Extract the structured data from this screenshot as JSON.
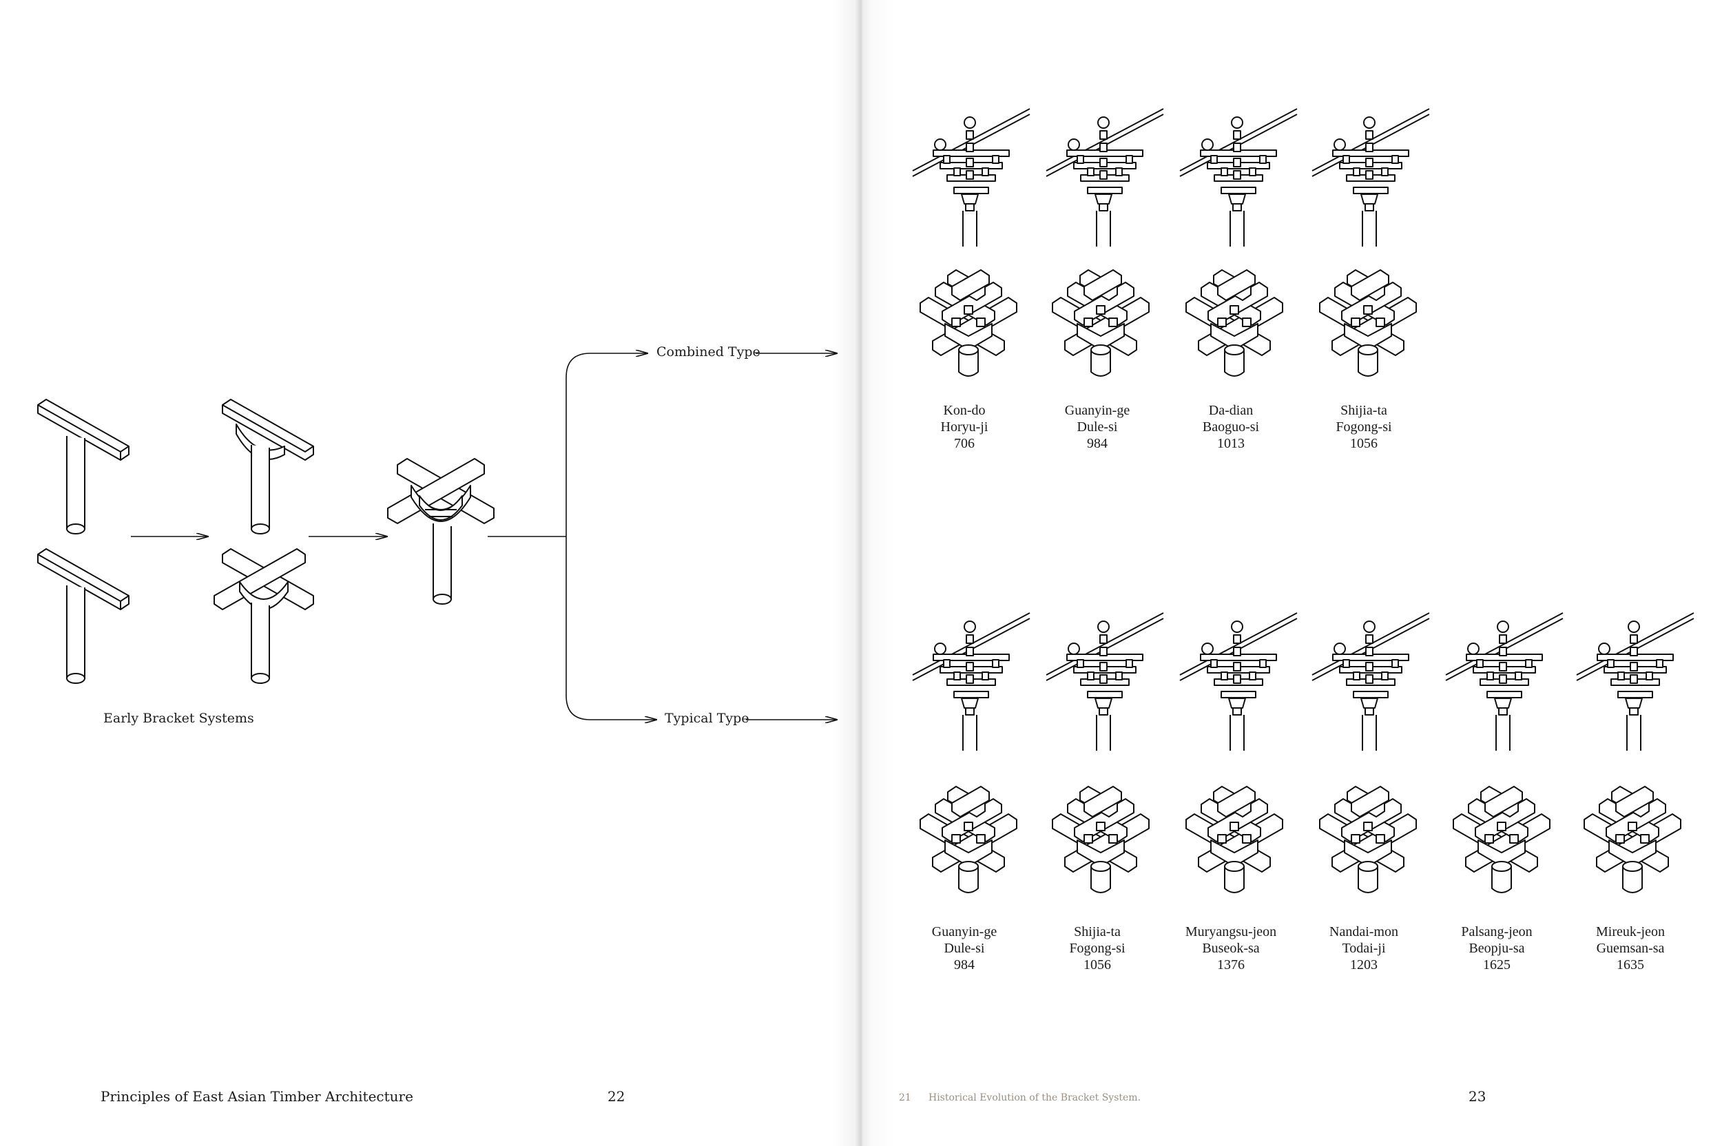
{
  "left_page": {
    "labels": {
      "combined": "Combined Type",
      "typical": "Typical Type",
      "early": "Early Bracket Systems"
    },
    "footer": {
      "title": "Principles of East Asian Timber Architecture",
      "page_number": "22"
    }
  },
  "right_page": {
    "row1": [
      {
        "name": "Kon-do",
        "site": "Horyu-ji",
        "year": "706"
      },
      {
        "name": "Guanyin-ge",
        "site": "Dule-si",
        "year": "984"
      },
      {
        "name": "Da-dian",
        "site": "Baoguo-si",
        "year": "1013"
      },
      {
        "name": "Shijia-ta",
        "site": "Fogong-si",
        "year": "1056"
      }
    ],
    "row2": [
      {
        "name": "Guanyin-ge",
        "site": "Dule-si",
        "year": "984"
      },
      {
        "name": "Shijia-ta",
        "site": "Fogong-si",
        "year": "1056"
      },
      {
        "name": "Muryangsu-jeon",
        "site": "Buseok-sa",
        "year": "1376"
      },
      {
        "name": "Nandai-mon",
        "site": "Todai-ji",
        "year": "1203"
      },
      {
        "name": "Palsang-jeon",
        "site": "Beopju-sa",
        "year": "1625"
      },
      {
        "name": "Mireuk-jeon",
        "site": "Guemsan-sa",
        "year": "1635"
      }
    ],
    "footer": {
      "figure_number": "21",
      "figure_caption": "Historical Evolution of the Bracket System.",
      "page_number": "23"
    }
  },
  "colors": {
    "ink": "#1c1c1c",
    "caption_muted": "#9a8f82",
    "paper": "#ffffff"
  }
}
